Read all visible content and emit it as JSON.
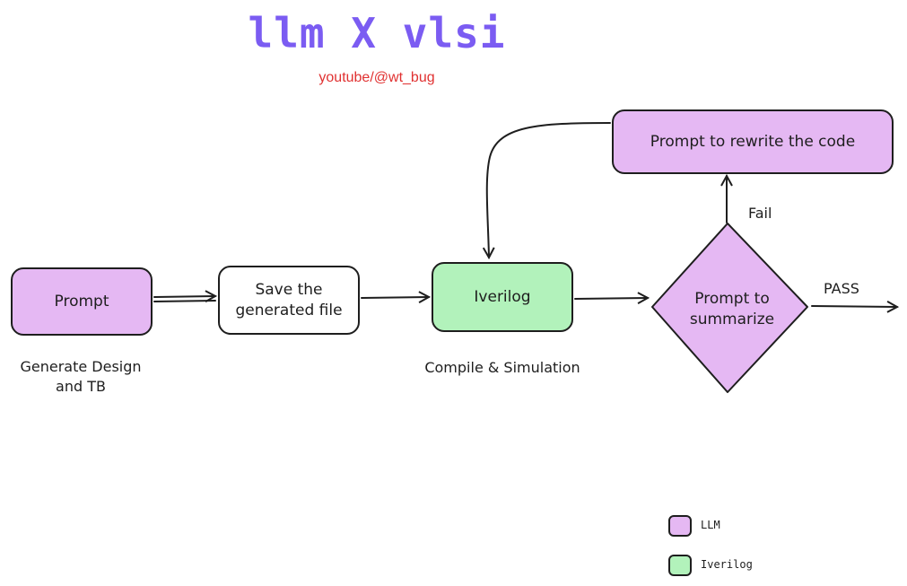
{
  "header": {
    "title": "llm X vlsi",
    "subtitle": "youtube/@wt_bug"
  },
  "nodes": {
    "prompt": "Prompt",
    "save_line1": "Save the",
    "save_line2": "generated file",
    "iverilog": "Iverilog",
    "summarize_line1": "Prompt to",
    "summarize_line2": "summarize",
    "rewrite": "Prompt to rewrite the code"
  },
  "captions": {
    "prompt_line1": "Generate Design",
    "prompt_line2": "and TB",
    "iverilog": "Compile & Simulation"
  },
  "edges": {
    "fail": "Fail",
    "pass": "PASS"
  },
  "legend": [
    {
      "label": "LLM",
      "color": "#e5b8f3"
    },
    {
      "label": "Iverilog",
      "color": "#b2f2bb"
    }
  ],
  "colors": {
    "llm": "#e5b8f3",
    "iverilog": "#b2f2bb",
    "title": "#7b5cf2",
    "subtitle": "#e03131"
  }
}
